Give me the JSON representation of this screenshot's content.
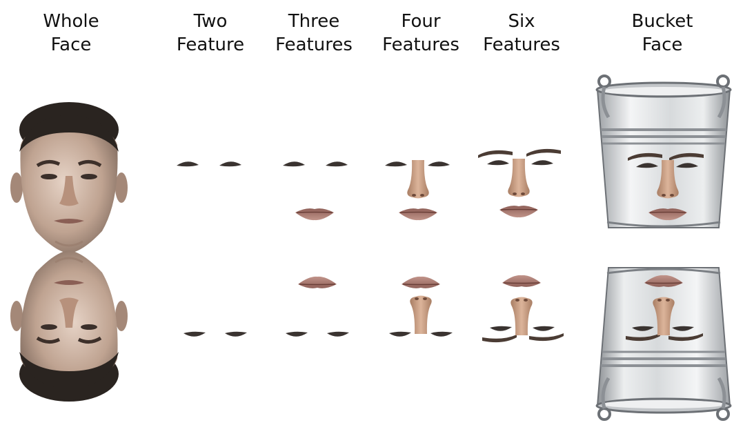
{
  "headers": [
    {
      "line1": "Whole",
      "line2": "Face"
    },
    {
      "line1": "Two",
      "line2": "Feature"
    },
    {
      "line1": "Three",
      "line2": "Features"
    },
    {
      "line1": "Four",
      "line2": "Features"
    },
    {
      "line1": "Six",
      "line2": "Features"
    },
    {
      "line1": "Bucket",
      "line2": "Face"
    }
  ],
  "colors": {
    "skin": "#b99a86",
    "hair": "#2a2420",
    "lip": "#a5716a",
    "eye": "#3a3330",
    "nose": "#c79a7e",
    "bucket_light": "#dfe1e3",
    "bucket_dark": "#8e9296",
    "bucket_edge": "#6c7075"
  }
}
